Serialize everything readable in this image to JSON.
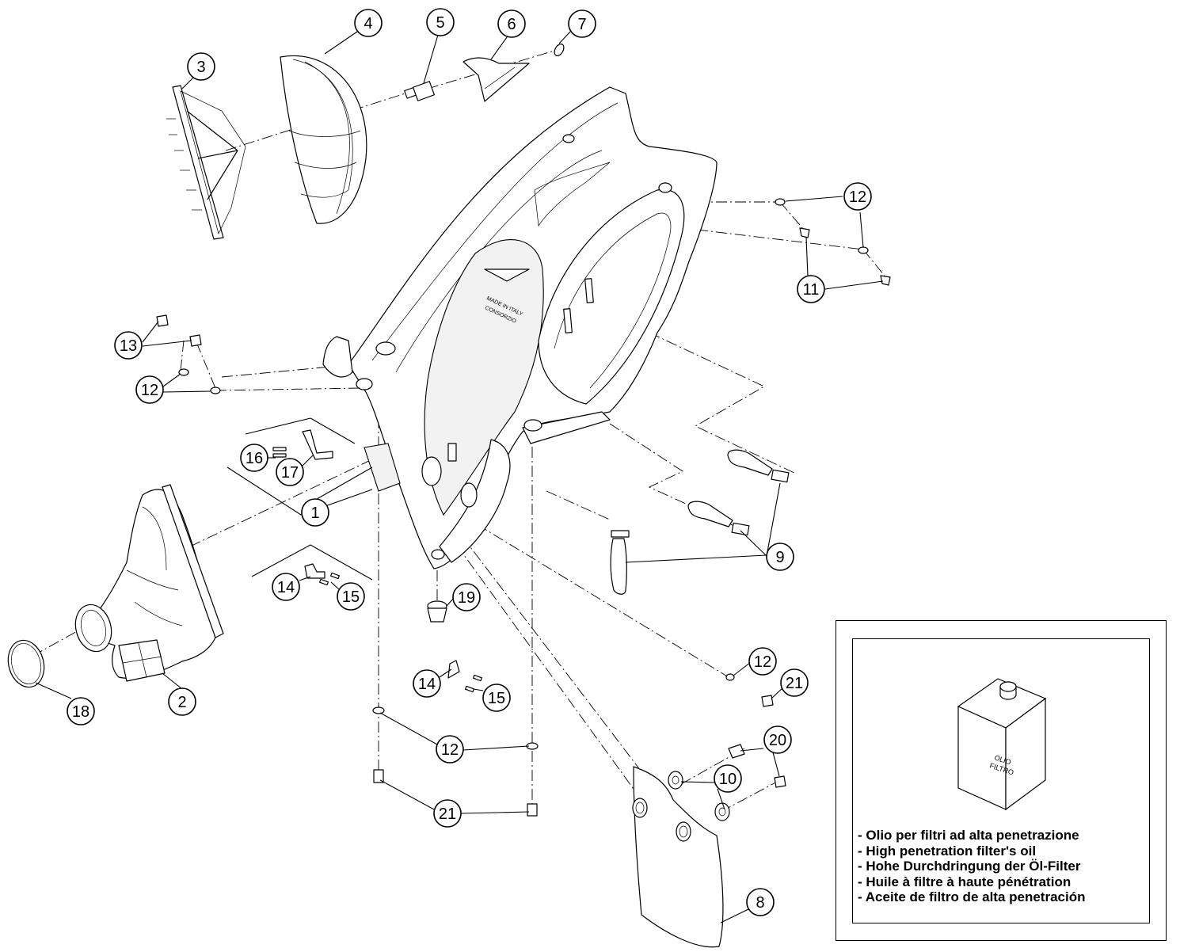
{
  "callouts": {
    "c1": "1",
    "c2": "2",
    "c3": "3",
    "c4": "4",
    "c5": "5",
    "c6": "6",
    "c7": "7",
    "c8": "8",
    "c9": "9",
    "c10": "10",
    "c11": "11",
    "c12a": "12",
    "c12b": "12",
    "c12c": "12",
    "c12d": "12",
    "c13": "13",
    "c14a": "14",
    "c14b": "14",
    "c15a": "15",
    "c15b": "15",
    "c16": "16",
    "c17": "17",
    "c18": "18",
    "c19": "19",
    "c20": "20",
    "c21a": "21",
    "c21b": "21"
  },
  "legend": {
    "can_label_line1": "OLIO",
    "can_label_line2": "FILTRO",
    "lines": [
      "- Olio per filtri ad alta penetrazione",
      "- High penetration filter's oil",
      "- Hohe Durchdringung der Öl-Filter",
      "- Huile à filtre à haute pénétration",
      "- Aceite de filtro de alta penetración"
    ]
  },
  "airbox_marking": {
    "line1": "MADE IN ITALY",
    "line2": "CONSORZIO"
  }
}
